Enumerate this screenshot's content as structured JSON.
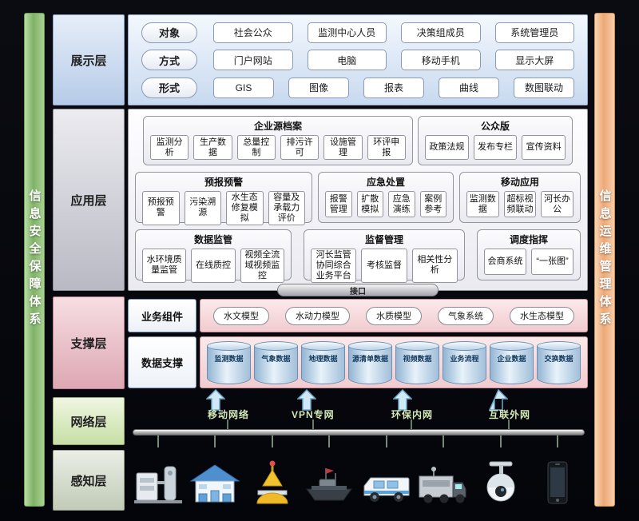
{
  "side_left": {
    "label": "信息安全保障体系"
  },
  "side_right": {
    "label": "信息运维管理体系"
  },
  "colors": {
    "presentation": "#c8d9ef",
    "application": "#eaeaf0",
    "support": "#f1cbd0",
    "network": "#c7dfa6",
    "sidebar_left": "#7fb267",
    "sidebar_right": "#eda876",
    "cylinder": "#92b5d3"
  },
  "presentation": {
    "label": "展示层",
    "rows": [
      {
        "tag": "对象",
        "items": [
          "社会公众",
          "监测中心人员",
          "决策组成员",
          "系统管理员"
        ]
      },
      {
        "tag": "方式",
        "items": [
          "门户网站",
          "电脑",
          "移动手机",
          "显示大屏"
        ]
      },
      {
        "tag": "形式",
        "items": [
          "GIS",
          "图像",
          "报表",
          "曲线",
          "数图联动"
        ]
      }
    ]
  },
  "application": {
    "label": "应用层",
    "row1": [
      {
        "title": "企业源档案",
        "items": [
          "监测分析",
          "生产数据",
          "总量控制",
          "排污许可",
          "设施管理",
          "环评申报"
        ]
      },
      {
        "title": "公众版",
        "items": [
          "政策法规",
          "发布专栏",
          "宣传资料"
        ]
      }
    ],
    "row2": [
      {
        "title": "预报预警",
        "items": [
          "预报预警",
          "污染溯源",
          "水生态修复模拟",
          "容量及承载力评价"
        ]
      },
      {
        "title": "应急处置",
        "items": [
          "报警管理",
          "扩散模拟",
          "应急演练",
          "案例参考"
        ]
      },
      {
        "title": "移动应用",
        "items": [
          "监测数据",
          "超标视频联动",
          "河长办公"
        ]
      }
    ],
    "row3": [
      {
        "title": "数据监管",
        "items": [
          "水环境质量监管",
          "在线质控",
          "视频全流域视频监控"
        ]
      },
      {
        "title": "监督管理",
        "items": [
          "河长监管协同综合业务平台",
          "考核监督",
          "相关性分析"
        ]
      },
      {
        "title": "调度指挥",
        "items": [
          "会商系统",
          "“一张图”"
        ]
      }
    ],
    "interface_label": "接口"
  },
  "support": {
    "label": "支撑层",
    "components": {
      "title": "业务组件",
      "items": [
        "水文模型",
        "水动力模型",
        "水质模型",
        "气象系统",
        "水生态模型"
      ]
    },
    "data": {
      "title": "数据支撑",
      "items": [
        "监测数据",
        "气象数据",
        "地理数据",
        "源清单数据",
        "视频数据",
        "业务流程",
        "企业数据",
        "交换数据"
      ]
    }
  },
  "network": {
    "label": "网络层",
    "items": [
      "移动网络",
      "VPN专网",
      "环保内网",
      "互联外网"
    ]
  },
  "perception": {
    "label": "感知层",
    "devices": [
      "water-treatment-station",
      "pump-house",
      "monitoring-buoy",
      "unmanned-boat",
      "monitoring-van",
      "mobile-station-truck",
      "dome-camera",
      "mobile-phone"
    ]
  }
}
